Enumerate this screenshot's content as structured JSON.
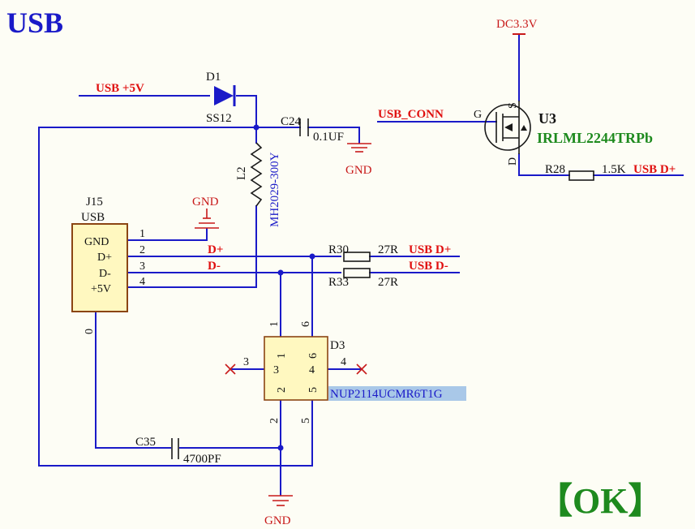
{
  "title": "USB",
  "status_label": "【OK】",
  "colors": {
    "wire": "#1a1ac8",
    "net_label": "#e01010",
    "power_symbol": "#c81a1a",
    "component_body": "#fff8c0",
    "component_border": "#8b4513",
    "title_color": "#1a1ac8",
    "status_color": "#1e8a1e",
    "mosfet_label": "#1e8a1e",
    "part_highlight": "#a9c8e8"
  },
  "nets": {
    "usb_5v": "USB +5V",
    "dc_3v3": "DC3.3V",
    "usb_conn": "USB_CONN",
    "usb_dp_top": "USB D+",
    "usb_dp": "USB D+",
    "usb_dm": "USB D-",
    "d_plus": "D+",
    "d_minus": "D-",
    "gnd_connector": "GND",
    "gnd_c24": "GND",
    "gnd_bottom": "GND"
  },
  "components": {
    "d1": {
      "ref": "D1",
      "value": "SS12"
    },
    "c24": {
      "ref": "C24",
      "value": "0.1UF"
    },
    "l2": {
      "ref": "L2",
      "value": "MH2029-300Y"
    },
    "j15": {
      "ref": "J15",
      "value": "USB",
      "pins": [
        {
          "number": "1",
          "name": "GND"
        },
        {
          "number": "2",
          "name": "D+"
        },
        {
          "number": "3",
          "name": "D-"
        },
        {
          "number": "4",
          "name": "+5V"
        }
      ],
      "shield_pin": "0"
    },
    "r30": {
      "ref": "R30",
      "value": "27R"
    },
    "r33": {
      "ref": "R33",
      "value": "27R"
    },
    "r28": {
      "ref": "R28",
      "value": "1.5K"
    },
    "u3": {
      "ref": "U3",
      "value": "IRLML2244TRPb",
      "pin_g": "G",
      "pin_s": "S",
      "pin_d": "D"
    },
    "d3": {
      "ref": "D3",
      "value": "NUP2114UCMR6T1G",
      "inner_pins": [
        "1",
        "6",
        "3",
        "4",
        "2",
        "5"
      ],
      "outer_pins": {
        "top_left": "1",
        "top_right": "6",
        "left": "3",
        "right": "4",
        "bottom_left": "2",
        "bottom_right": "5"
      }
    },
    "c35": {
      "ref": "C35",
      "value": "4700PF"
    }
  }
}
